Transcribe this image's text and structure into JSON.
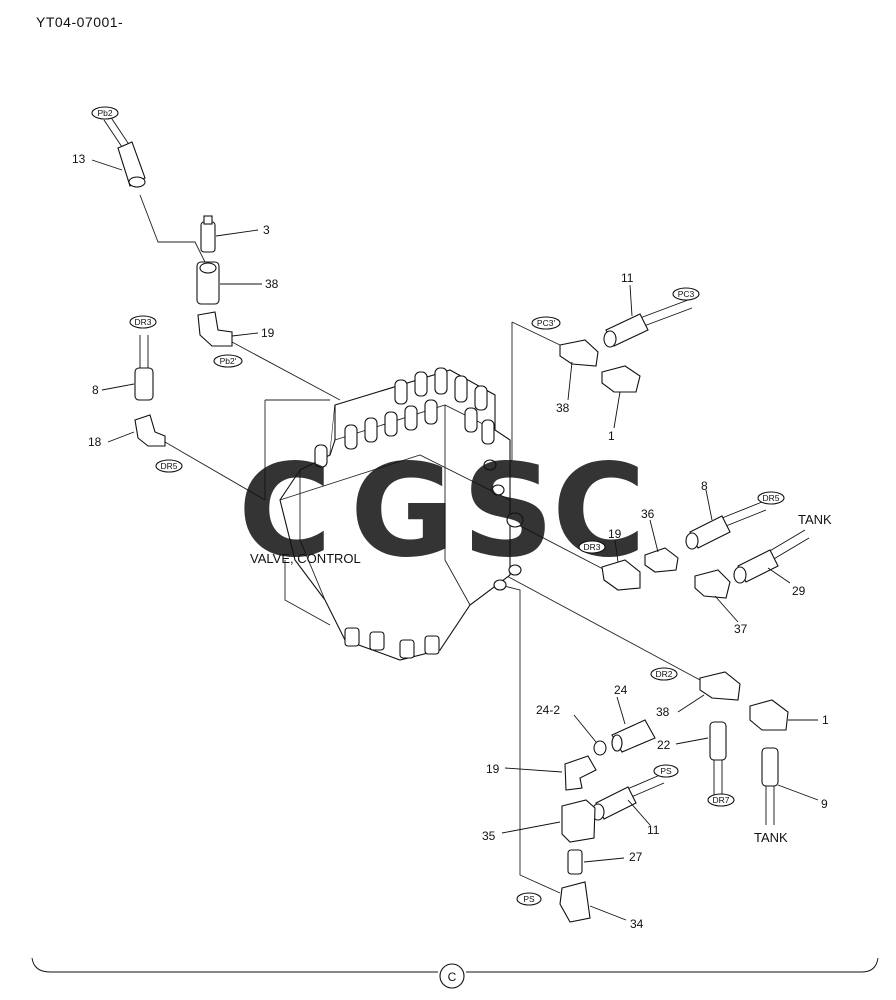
{
  "header": {
    "code": "YT04-07001-"
  },
  "labels": {
    "valve": "VALVE, CONTROL",
    "tank1": "TANK",
    "tank2": "TANK",
    "footer_mark": "C"
  },
  "watermark": {
    "letters": [
      "C",
      "G",
      "S",
      "C"
    ],
    "colors": [
      "#4a8cf7",
      "#f26b5e",
      "#f7c948",
      "#3faa6b"
    ]
  },
  "tags": {
    "pb2_top": "Pb2",
    "pb2_mid": "Pb2'",
    "dr3_left": "DR3",
    "dr5_left": "DR5",
    "pc3_a": "PC3",
    "pc3_b": "PC3'",
    "dr5_right": "DR5",
    "dr3_right": "DR3",
    "dr2": "DR2",
    "ps_a": "PS",
    "ps_b": "PS",
    "dr7": "DR7"
  },
  "parts": {
    "p13": "13",
    "p3": "3",
    "p38a": "38",
    "p19a": "19",
    "p8a": "8",
    "p18": "18",
    "p11a": "11",
    "p38b": "38",
    "p1a": "1",
    "p8b": "8",
    "p36": "36",
    "p19b": "19",
    "p29": "29",
    "p37": "37",
    "p38c": "38",
    "p1b": "1",
    "p24": "24",
    "p24_2": "24-2",
    "p22": "22",
    "p19c": "19",
    "p11b": "11",
    "p9": "9",
    "p35": "35",
    "p27": "27",
    "p34": "34"
  }
}
